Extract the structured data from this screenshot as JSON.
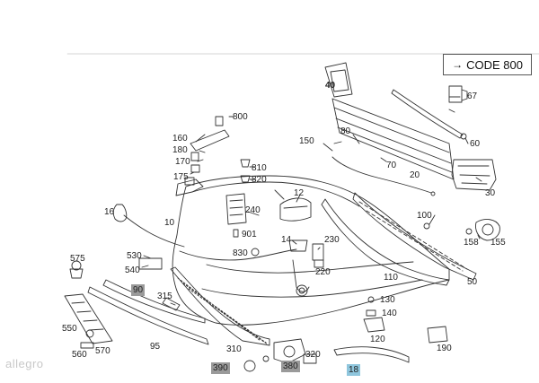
{
  "legend": {
    "arrow": "→",
    "code": "CODE 800"
  },
  "watermark": "allegro",
  "callouts": {
    "c40": "40",
    "c67": "67",
    "c800": "800",
    "c160": "160",
    "c180": "180",
    "c150": "150",
    "c80": "80",
    "c60": "60",
    "c170": "170",
    "c810": "810",
    "c175": "175",
    "c820": "820",
    "c70": "70",
    "c20": "20",
    "c30": "30",
    "c16": "16",
    "c12": "12",
    "c240": "240",
    "c100": "100",
    "c10": "10",
    "c901": "901",
    "c14": "14",
    "c230": "230",
    "c158": "158",
    "c155": "155",
    "c530": "530",
    "c830": "830",
    "c575": "575",
    "c540": "540",
    "c220": "220",
    "c110": "110",
    "c50": "50",
    "c90": "90",
    "c315": "315",
    "c130": "130",
    "c140": "140",
    "c550": "550",
    "c95": "95",
    "c120": "120",
    "c560": "560",
    "c570": "570",
    "c310": "310",
    "c320": "320",
    "c190": "190",
    "c390": "390",
    "c380": "380",
    "c18": "18"
  }
}
